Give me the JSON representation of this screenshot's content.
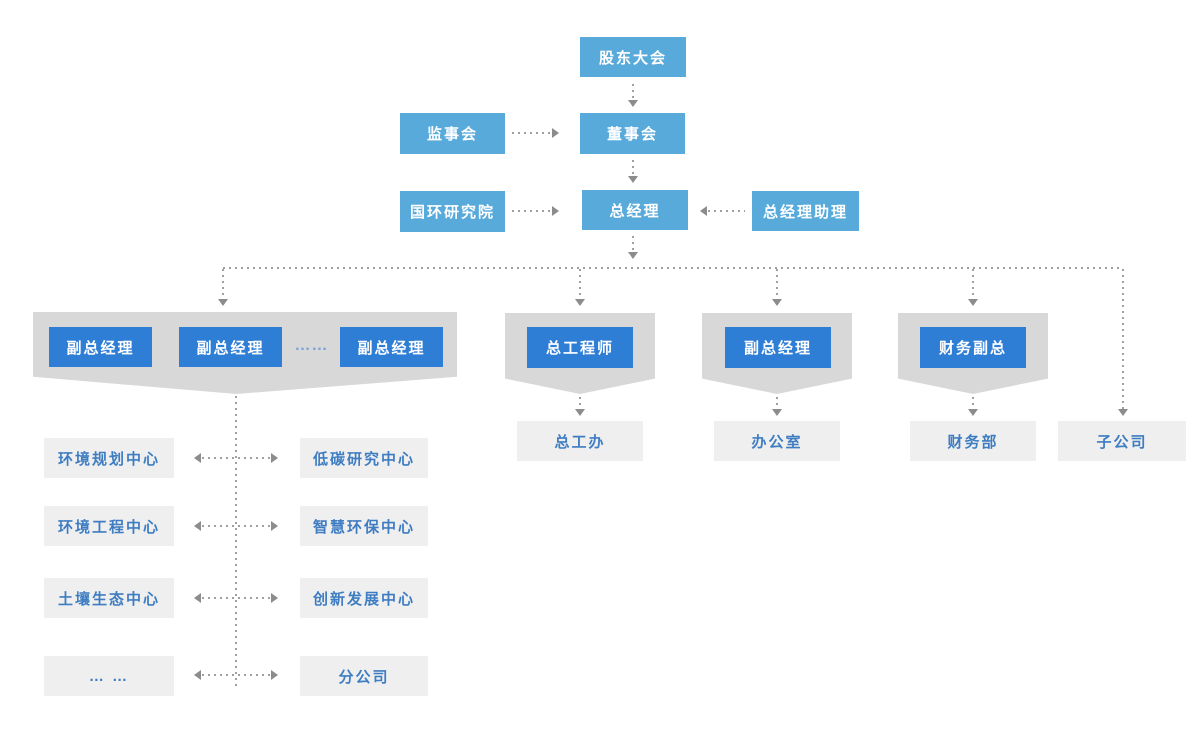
{
  "palette": {
    "light_blue": "#58AADB",
    "dark_blue": "#2E7ED6",
    "banner_gray": "#D8D8D8",
    "box_gray": "#EFEFEF",
    "text_blue": "#3F7DC2",
    "line_gray": "#A0A0A0",
    "dots_blue": "#7AA2D8"
  },
  "nodes": {
    "shareholders": "股东大会",
    "supervisory_board": "监事会",
    "board": "董事会",
    "research_institute": "国环研究院",
    "general_manager": "总经理",
    "gm_assistant": "总经理助理",
    "deputy_gm_1": "副总经理",
    "deputy_gm_2": "副总经理",
    "deputy_gm_3": "副总经理",
    "deputy_dots": "……",
    "chief_engineer": "总工程师",
    "deputy_gm_admin": "副总经理",
    "finance_deputy": "财务副总",
    "chief_engineer_office": "总工办",
    "office": "办公室",
    "finance_dept": "财务部",
    "subsidiary": "子公司"
  },
  "left_matrix": {
    "left": [
      "环境规划中心",
      "环境工程中心",
      "土壤生态中心",
      "… …"
    ],
    "right": [
      "低碳研究中心",
      "智慧环保中心",
      "创新发展中心",
      "分公司"
    ]
  }
}
